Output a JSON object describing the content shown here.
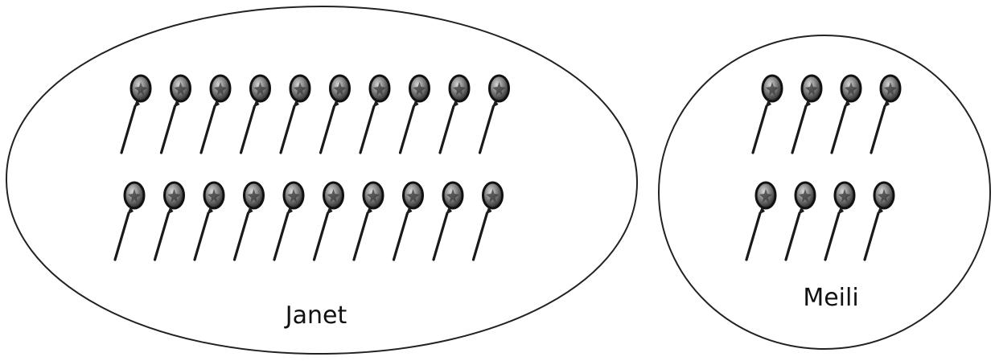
{
  "groups": [
    {
      "name": "Janet",
      "balloon_rows": [
        10,
        10
      ]
    },
    {
      "name": "Meili",
      "balloon_rows": [
        4,
        4
      ]
    }
  ],
  "colors": {
    "outline": "#222222",
    "balloon_fill": "#7a7a7a",
    "balloon_dark": "#1e1e1e",
    "stick": "#1a1a1a"
  },
  "icon": "balloon-icon"
}
